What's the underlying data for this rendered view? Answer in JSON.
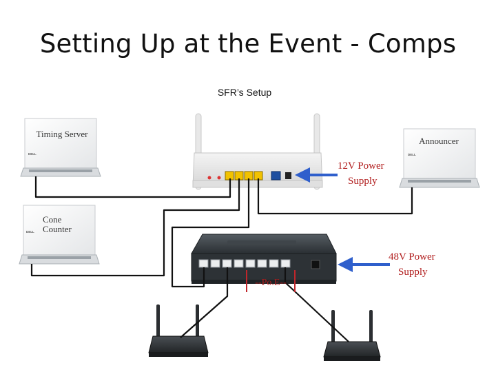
{
  "slide": {
    "title": "Setting Up at the Event - Comps",
    "subtitle": "SFR’s Setup"
  },
  "devices": {
    "timing_server": "Timing Server",
    "announcer": "Announcer",
    "cone_counter_line1": "Cone",
    "cone_counter_line2": "Counter",
    "brand": "DELL"
  },
  "annotations": {
    "router_power_line1": "12V Power",
    "router_power_line2": "Supply",
    "switch_power_line1": "48V Power",
    "switch_power_line2": "Supply",
    "poe": "--Po.E--"
  },
  "colors": {
    "annotation_red": "#b11d1d",
    "arrow_blue": "#2f5fcc",
    "port_yellow": "#f2c200",
    "port_blue": "#1e4fa0"
  }
}
